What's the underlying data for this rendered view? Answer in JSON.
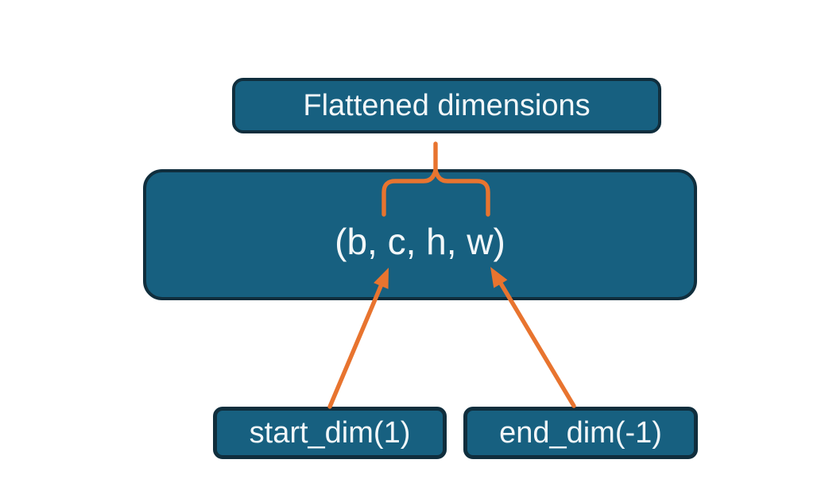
{
  "colors": {
    "background": "#ffffff",
    "box_fill": "#176080",
    "box_border": "#102e3d",
    "connector": "#e8742f",
    "label_text": "#f2f7f9"
  },
  "diagram": {
    "flattened_box": {
      "label": "Flattened dimensions"
    },
    "tensor_box": {
      "label": "(b, c, h, w)"
    },
    "start_dim_box": {
      "label": "start_dim(1)"
    },
    "end_dim_box": {
      "label": "end_dim(-1)"
    }
  }
}
